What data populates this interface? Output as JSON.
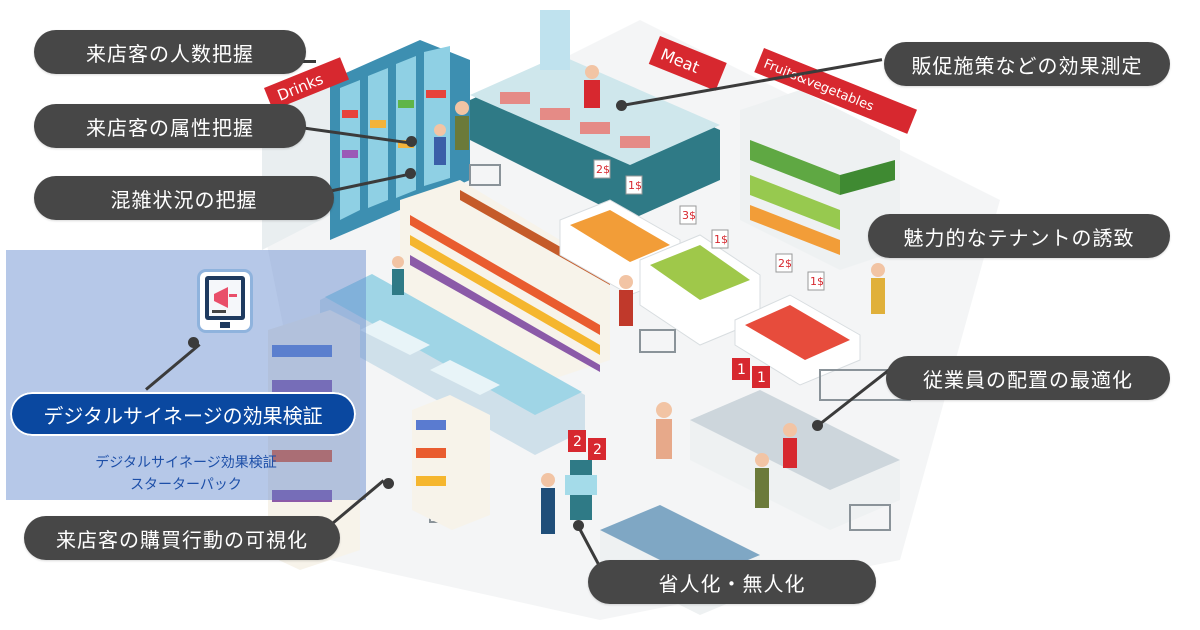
{
  "labels": {
    "visitor_count": "来店客の人数把握",
    "visitor_attributes": "来店客の属性把握",
    "congestion": "混雑状況の把握",
    "promotion_effect": "販促施策などの効果測定",
    "tenant_attraction": "魅力的なテナントの誘致",
    "staff_optimization": "従業員の配置の最適化",
    "signage_effect": "デジタルサイネージの効果検証",
    "purchase_behavior": "来店客の購買行動の可視化",
    "labor_saving": "省人化・無人化"
  },
  "starter_pack": {
    "line1": "デジタルサイネージ効果検証",
    "line2": "スターターパック"
  },
  "store_signs": {
    "drinks": "Drinks",
    "meat": "Meat",
    "produce": "Fruits&vegetables"
  },
  "price_tags": [
    "2$",
    "1$",
    "3$",
    "1$",
    "2$",
    "1$"
  ],
  "register_numbers": [
    "1",
    "1",
    "2",
    "2"
  ],
  "colors": {
    "pill": "#474747",
    "pill_blue": "#0a48a0",
    "panel": "#8fa8d8",
    "sign_red": "#d7282f"
  }
}
